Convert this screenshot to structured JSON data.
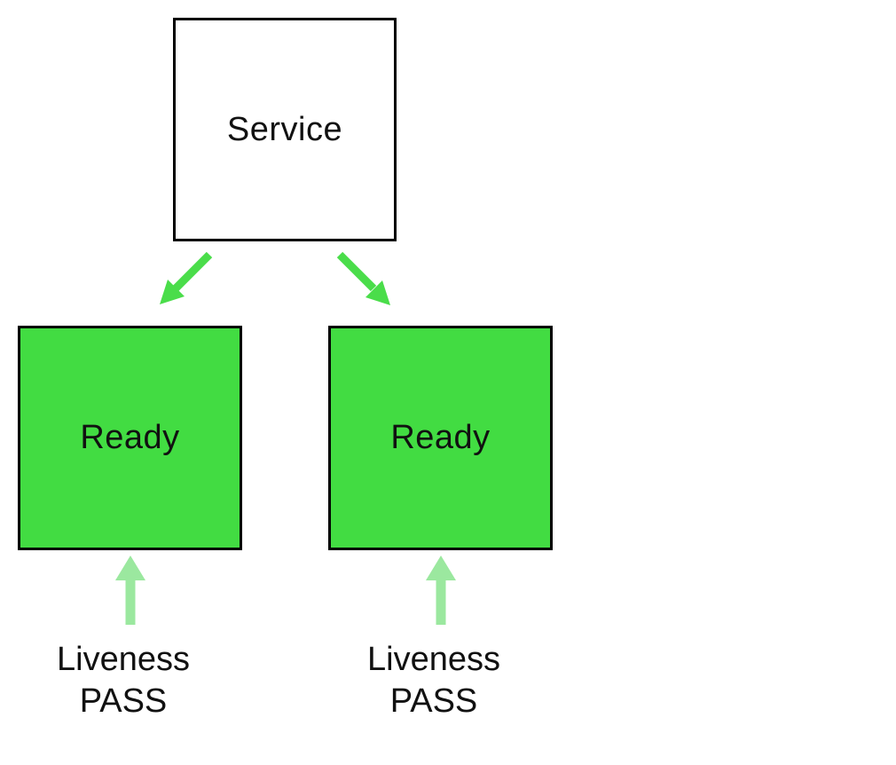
{
  "colors": {
    "background": "#ffffff",
    "box_green": "#42DC42",
    "diag_arrow_green": "#4ADD4A",
    "up_arrow_light_green": "#9BE89F",
    "border_black": "#000000",
    "text_black": "#111111"
  },
  "service": {
    "label": "Service"
  },
  "pods": [
    {
      "label": "Ready",
      "probe_line1": "Liveness",
      "probe_line2": "PASS"
    },
    {
      "label": "Ready",
      "probe_line1": "Liveness",
      "probe_line2": "PASS"
    }
  ]
}
